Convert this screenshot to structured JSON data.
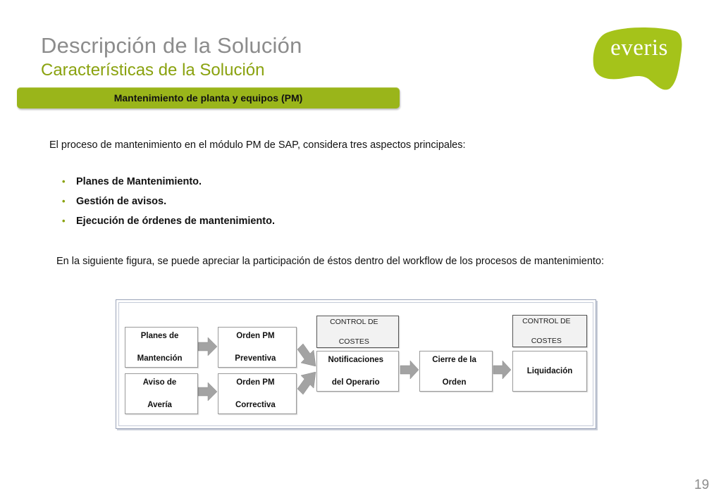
{
  "header": {
    "title": "Descripción de la Solución",
    "subtitle": "Características de la Solución"
  },
  "logo": {
    "text": "everis",
    "color": "#a5c31a"
  },
  "section_bar": {
    "label": "Mantenimiento de planta y equipos (PM)",
    "color": "#9ab51a"
  },
  "body": {
    "intro": "El proceso de mantenimiento en el módulo PM de SAP, considera tres aspectos principales:",
    "bullet_marker": "•",
    "bullets": [
      "Planes de Mantenimiento.",
      "Gestión de avisos.",
      "Ejecución de órdenes de mantenimiento."
    ],
    "figure_caption": "En la siguiente figura, se puede apreciar  la participación de éstos dentro del workflow de los procesos de mantenimiento:"
  },
  "diagram": {
    "planes": {
      "line1": "Planes de",
      "line2": "Mantención"
    },
    "aviso": {
      "line1": "Aviso de",
      "line2": "Avería"
    },
    "orden_preventiva": {
      "line1": "Orden PM",
      "line2": "Preventiva"
    },
    "orden_correctiva": {
      "line1": "Orden PM",
      "line2": "Correctiva"
    },
    "notificaciones": {
      "line1": "Notificaciones",
      "line2": "del Operario"
    },
    "cierre": {
      "line1": "Cierre de la",
      "line2": "Orden"
    },
    "liquidacion": {
      "label": "Liquidación"
    },
    "control_1": {
      "line1": "CONTROL DE",
      "line2": "COSTES"
    },
    "control_2": {
      "line1": "CONTROL DE",
      "line2": "COSTES"
    },
    "arrow_color": "#a3a3a3"
  },
  "footer": {
    "page_number": "19"
  }
}
